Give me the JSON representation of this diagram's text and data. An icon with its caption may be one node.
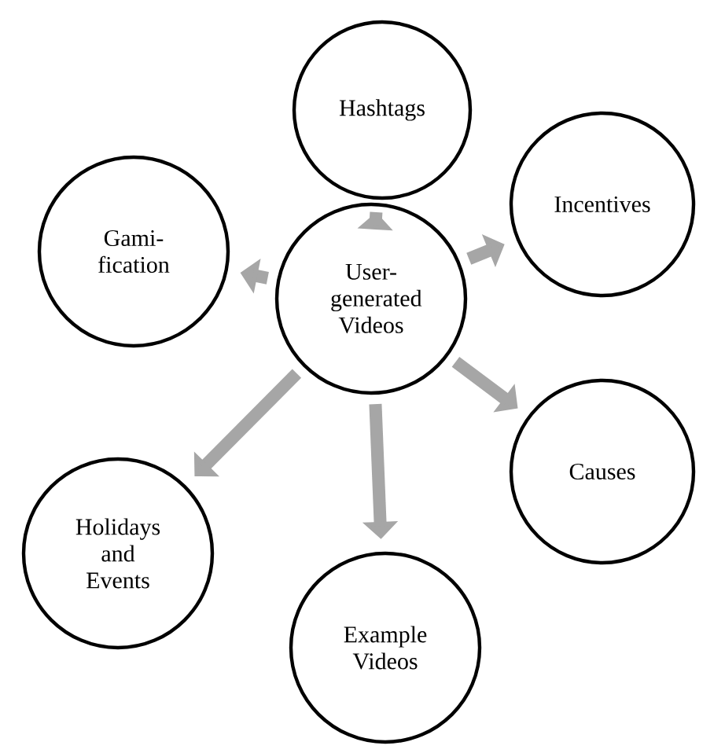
{
  "diagram": {
    "nodes": [
      {
        "text": [
          "User-generated Videos"
        ]
      },
      {
        "text": [
          "Hashtags"
        ]
      },
      {
        "text": [
          "Incentives"
        ]
      },
      {
        "text": [
          "Causes"
        ]
      },
      {
        "text": [
          "Example Videos"
        ]
      },
      {
        "text": [
          "Holidays and Events"
        ]
      },
      {
        "text": [
          "Gami-fication"
        ]
      }
    ],
    "edges": [
      {
        "from": 0,
        "to": 1,
        "arrow": "to"
      },
      {
        "from": 0,
        "to": 2,
        "arrow": "to"
      },
      {
        "from": 0,
        "to": 3,
        "arrow": "to"
      },
      {
        "from": 0,
        "to": 4,
        "arrow": "to"
      },
      {
        "from": 0,
        "to": 5,
        "arrow": "to"
      },
      {
        "from": 0,
        "to": 6,
        "arrow": "to"
      }
    ]
  }
}
